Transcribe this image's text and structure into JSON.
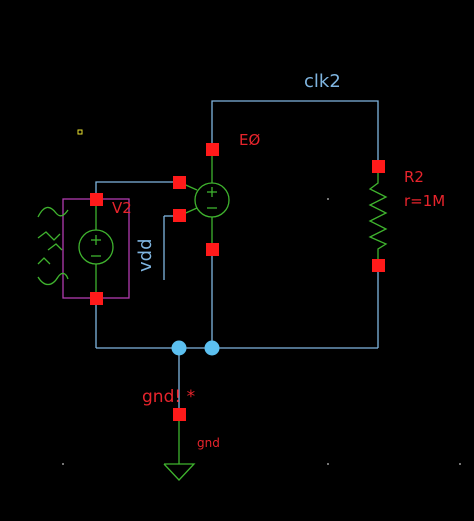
{
  "colors": {
    "background": "#000000",
    "wire": "#7fb5e0",
    "pin": "#ff1a1a",
    "device": "#3fb32e",
    "label": "#e8242c",
    "selection": "#b13bb0",
    "junction": "#5cc0f0",
    "marker": "#e8e030"
  },
  "nets": {
    "clk2": "clk2",
    "vdd": "vdd",
    "gnd_global": "gnd! *",
    "gnd": "gnd"
  },
  "devices": {
    "e0": {
      "name": "EØ"
    },
    "v2": {
      "name": "V2"
    },
    "r2": {
      "name": "R2",
      "param": "r=1M"
    }
  },
  "symbols": {
    "plus": "+",
    "minus": "−"
  },
  "icons": [
    "voltage-source-icon",
    "sine-wave-icon",
    "resistor-icon",
    "ground-icon"
  ]
}
